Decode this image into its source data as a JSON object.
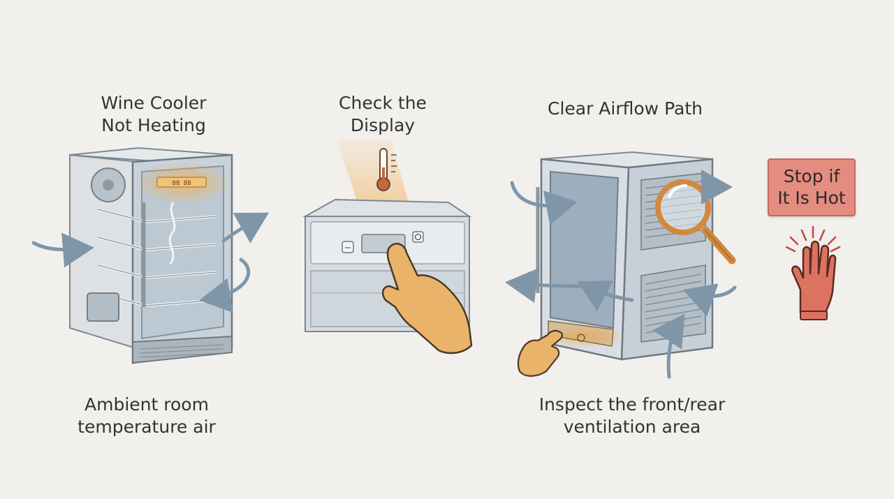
{
  "panel1": {
    "title_line1": "Wine Cooler",
    "title_line2": "Not Heating",
    "caption_line1": "Ambient room",
    "caption_line2": "temperature air",
    "display_readout": "88 88"
  },
  "panel2": {
    "title_line1": "Check the",
    "title_line2": "Display",
    "minus_symbol": "−"
  },
  "panel3": {
    "title": "Clear Airflow Path",
    "caption_line1": "Inspect the front/rear",
    "caption_line2": "ventilation area"
  },
  "warning": {
    "line1": "Stop if",
    "line2": "It Is Hot"
  },
  "colors": {
    "background": "#f1f0ec",
    "accent_orange": "#f0a94a",
    "steel": "#9aa6b0",
    "arrow_blue": "#7f95a8",
    "warning_red": "#e58c80",
    "hand_skin": "#e9b46a"
  },
  "icons": [
    "wine-cooler-cutaway",
    "airflow-arrow",
    "thermometer-icon",
    "pointing-hand-icon",
    "magnifier-icon",
    "stop-hand-icon",
    "vent-grille"
  ]
}
